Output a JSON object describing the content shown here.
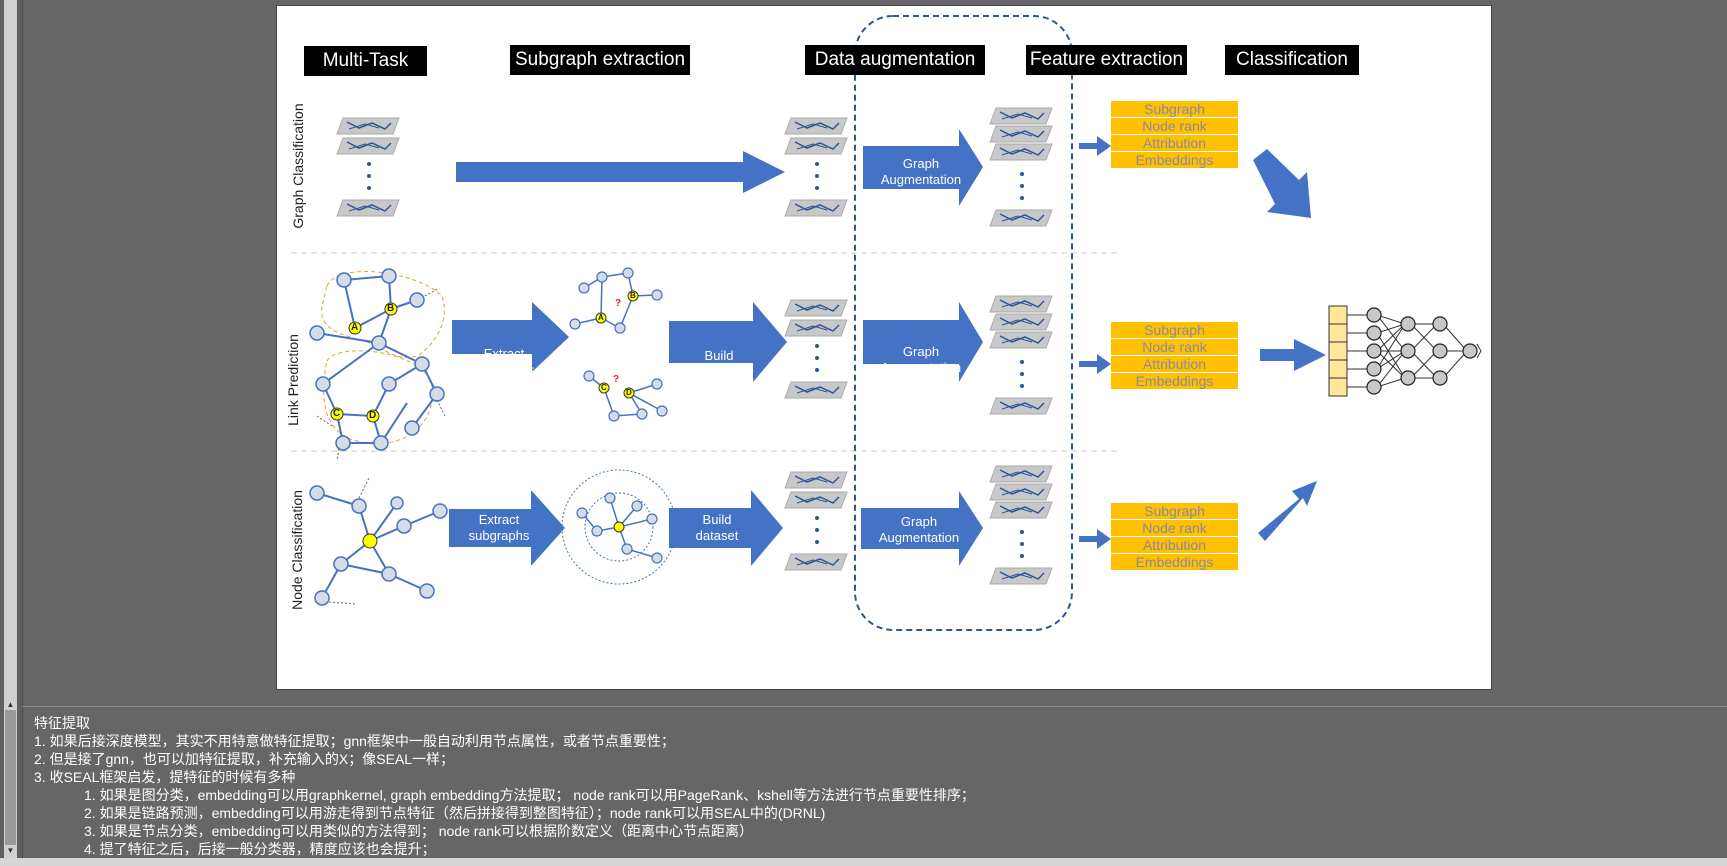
{
  "headers": {
    "multitask": "Multi-Task",
    "subgraph": "Subgraph extraction",
    "augmentation": "Data augmentation",
    "feature": "Feature extraction",
    "classification": "Classification"
  },
  "row_labels": {
    "graph": "Graph Classification",
    "link": "Link Prediction",
    "node": "Node Classification"
  },
  "arrow_labels": {
    "extract_line1": "Extract",
    "extract_line2": "subgraphs",
    "build_line1": "Build",
    "build_line2": "dataset",
    "aug_line1": "Graph",
    "aug_line2": "Augmentation"
  },
  "feature_items": [
    "Subgraph",
    "Node rank",
    "Attribution",
    "Embeddings"
  ],
  "node_letters": {
    "a": "A",
    "b": "B",
    "c": "C",
    "d": "D",
    "question": "?"
  },
  "notes": {
    "title": "特征提取",
    "items": [
      "1.   如果后接深度模型，其实不用特意做特征提取；gnn框架中一般自动利用节点属性，或者节点重要性；",
      "2.   但是接了gnn，也可以加特征提取，补充输入的X；像SEAL一样；",
      "3.   收SEAL框架启发，提特征的时候有多种"
    ],
    "subitems": [
      "1.   如果是图分类，embedding可以用graphkernel, graph embedding方法提取； node rank可以用PageRank、kshell等方法进行节点重要性排序；",
      "2.   如果是链路预测，embedding可以用游走得到节点特征（然后拼接得到整图特征）；node rank可以用SEAL中的(DRNL)",
      "3.   如果是节点分类，embedding可以用类似的方法得到； node rank可以根据阶数定义（距离中心节点距离）",
      "4.   提了特征之后，后接一般分类器，精度应该也会提升；"
    ]
  },
  "colors": {
    "arrow": "#4472c4",
    "feature": "#ffc000",
    "node": "#d6dce5",
    "highlight": "#ffff00",
    "dash_box": "#2f5597"
  }
}
